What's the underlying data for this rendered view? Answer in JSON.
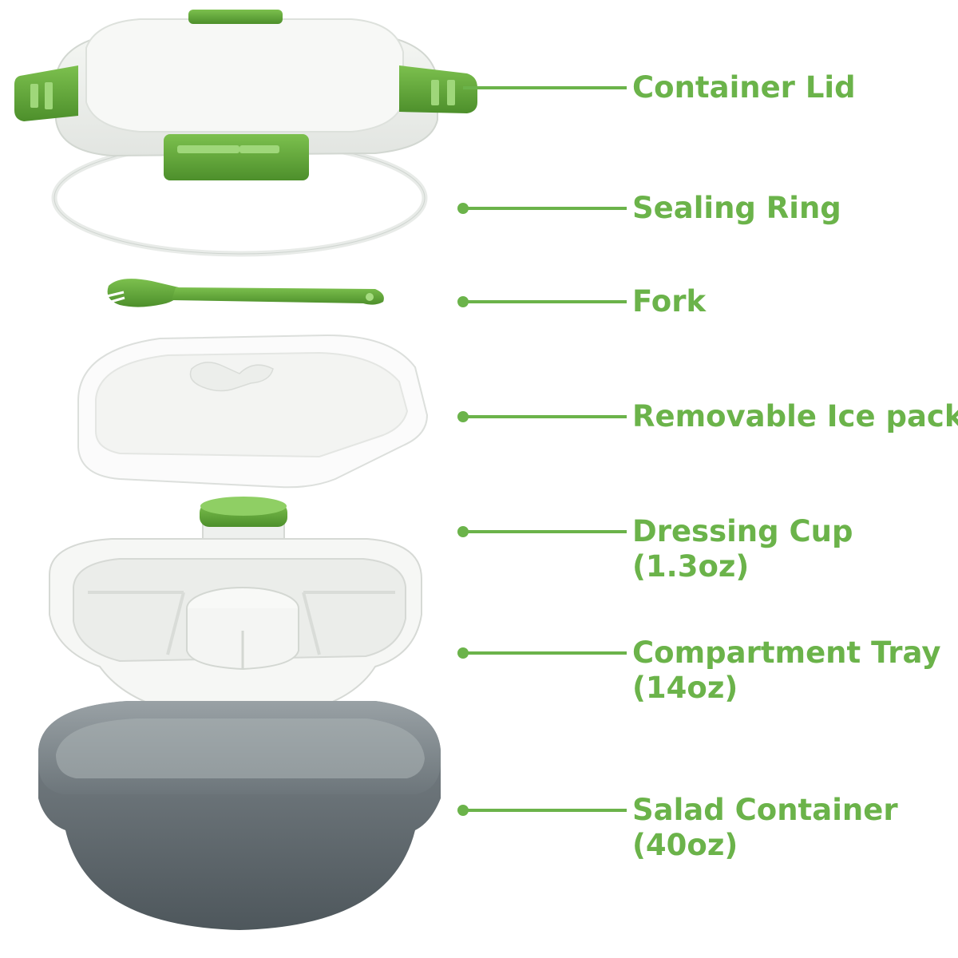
{
  "accent_color": "#6bb34a",
  "parts": [
    {
      "id": "container-lid",
      "lines": [
        "Container Lid"
      ]
    },
    {
      "id": "sealing-ring",
      "lines": [
        "Sealing Ring"
      ]
    },
    {
      "id": "fork",
      "lines": [
        "Fork"
      ]
    },
    {
      "id": "ice-pack",
      "lines": [
        "Removable Ice pack"
      ]
    },
    {
      "id": "dressing-cup",
      "lines": [
        "Dressing Cup",
        "(1.3oz)"
      ]
    },
    {
      "id": "compartment-tray",
      "lines": [
        "Compartment Tray",
        "(14oz)"
      ]
    },
    {
      "id": "salad-container",
      "lines": [
        "Salad Container",
        "(40oz)"
      ]
    }
  ]
}
